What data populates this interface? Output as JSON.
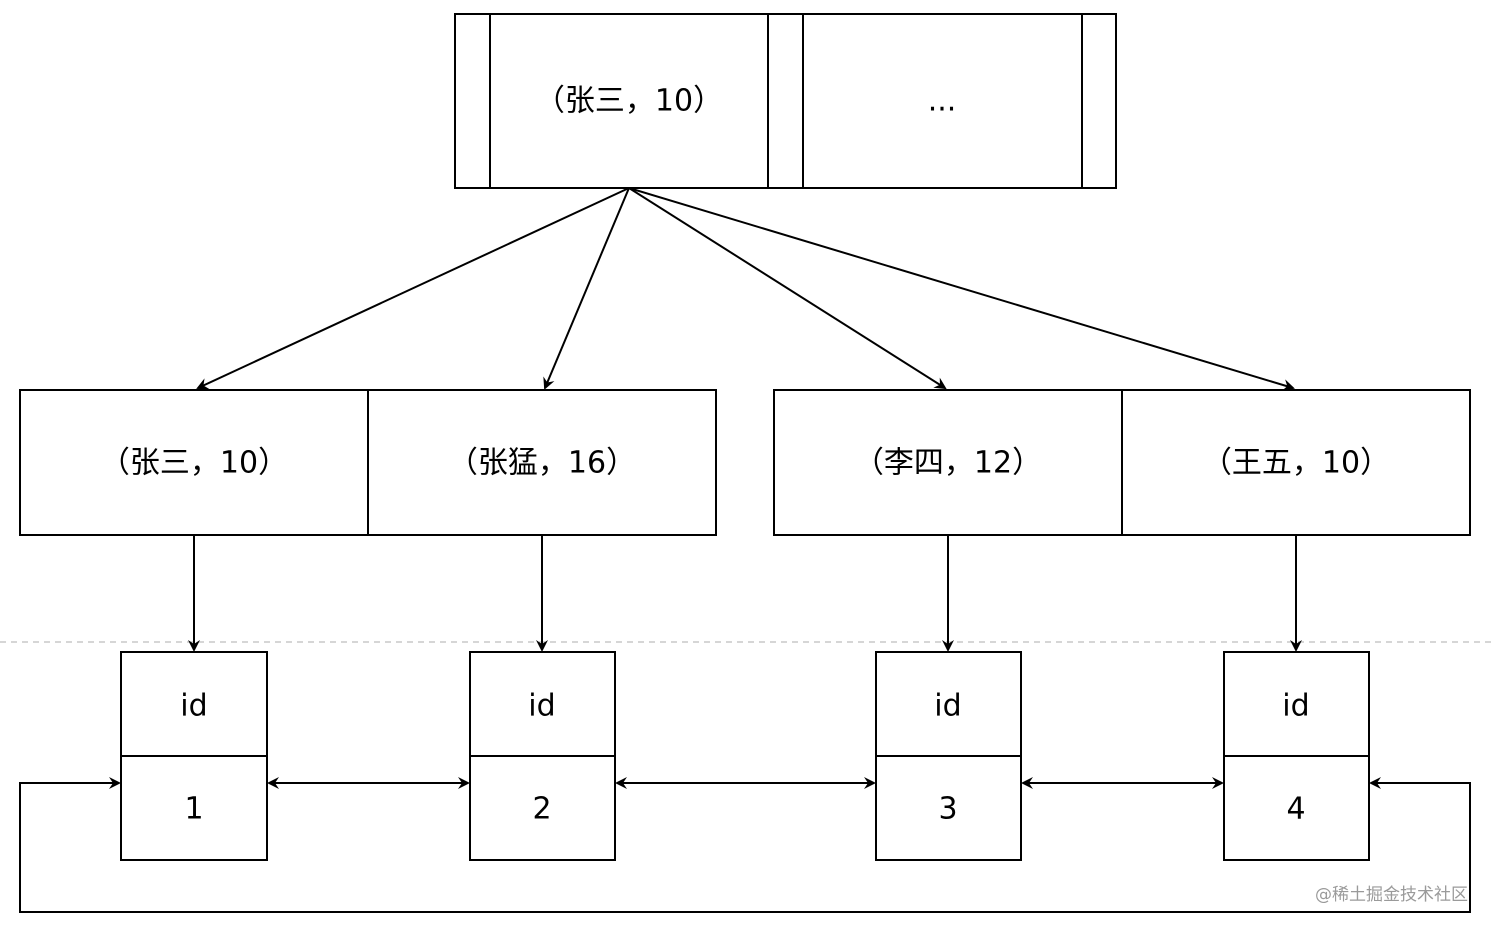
{
  "diagram": {
    "root": {
      "entry_label": "（张三，10）",
      "more_label": "..."
    },
    "secondary_entries": [
      {
        "label": "（张三，10）"
      },
      {
        "label": "（张猛，16）"
      },
      {
        "label": "（李四，12）"
      },
      {
        "label": "（王五，10）"
      }
    ],
    "records": [
      {
        "header": "id",
        "value": "1"
      },
      {
        "header": "id",
        "value": "2"
      },
      {
        "header": "id",
        "value": "3"
      },
      {
        "header": "id",
        "value": "4"
      }
    ]
  },
  "watermark": "@稀土掘金技术社区",
  "colors": {
    "stroke": "#000000",
    "divider": "#c8c8c8",
    "watermark": "#9a9a9a",
    "background": "#ffffff"
  }
}
